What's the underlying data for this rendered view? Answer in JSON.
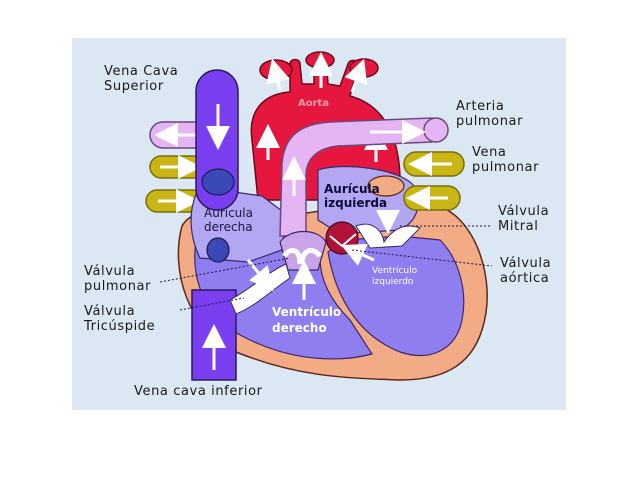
{
  "labels": {
    "vena_cava_superior": "Vena Cava\nSuperior",
    "arteria_pulmonar": "Arteria\npulmonar",
    "vena_pulmonar": "Vena\npulmonar",
    "valvula_mitral": "Válvula\nMitral",
    "valvula_aortica": "Válvula\naórtica",
    "valvula_pulmonar": "Válvula\npulmonar",
    "valvula_tricuspide": "Válvula\nTricúspide",
    "vena_cava_inferior": "Vena cava inferior",
    "aorta": "Aorta",
    "auricula_derecha": "Aurícula\nderecha",
    "auricula_izquierda": "Aurícula\nizquierda",
    "ventriculo_derecho": "Ventrículo\nderecho",
    "ventriculo_izquierdo": "Ventrículo\nizquierdo"
  },
  "colors": {
    "background_panel": "#dbe8f4",
    "vena_cava": "#7b3ff2",
    "aorta": "#e5173f",
    "arteria_pulmonar": "#e4b4f4",
    "vena_pulmonar": "#c9b514",
    "heart_wall": "#f3ab86",
    "chamber_fill": "#a99af0",
    "valves": "#ffffff"
  }
}
